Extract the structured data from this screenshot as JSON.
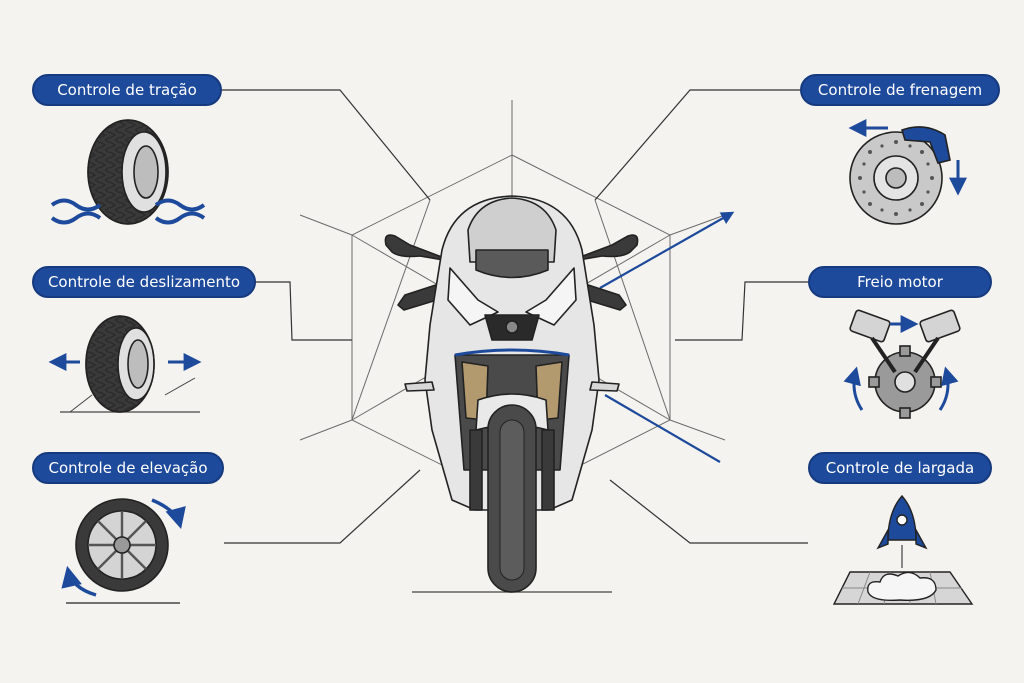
{
  "features": {
    "traction": "Controle de tração",
    "slide": "Controle de deslizamento",
    "wheelie": "Controle de elevação",
    "braking": "Controle de frenagem",
    "engine_brake": "Freio motor",
    "launch": "Controle de largada"
  },
  "icons": {
    "traction": "tire-grip-icon",
    "slide": "tire-slide-icon",
    "wheelie": "wheel-lift-icon",
    "braking": "brake-disc-icon",
    "engine_brake": "engine-pistons-icon",
    "launch": "rocket-launch-icon"
  },
  "colors": {
    "background": "#f4f3ef",
    "accent_blue": "#1e4a9c",
    "line_dark": "#222222",
    "fairing_white": "#e6e6e6",
    "tan_accent": "#b39a6e"
  }
}
